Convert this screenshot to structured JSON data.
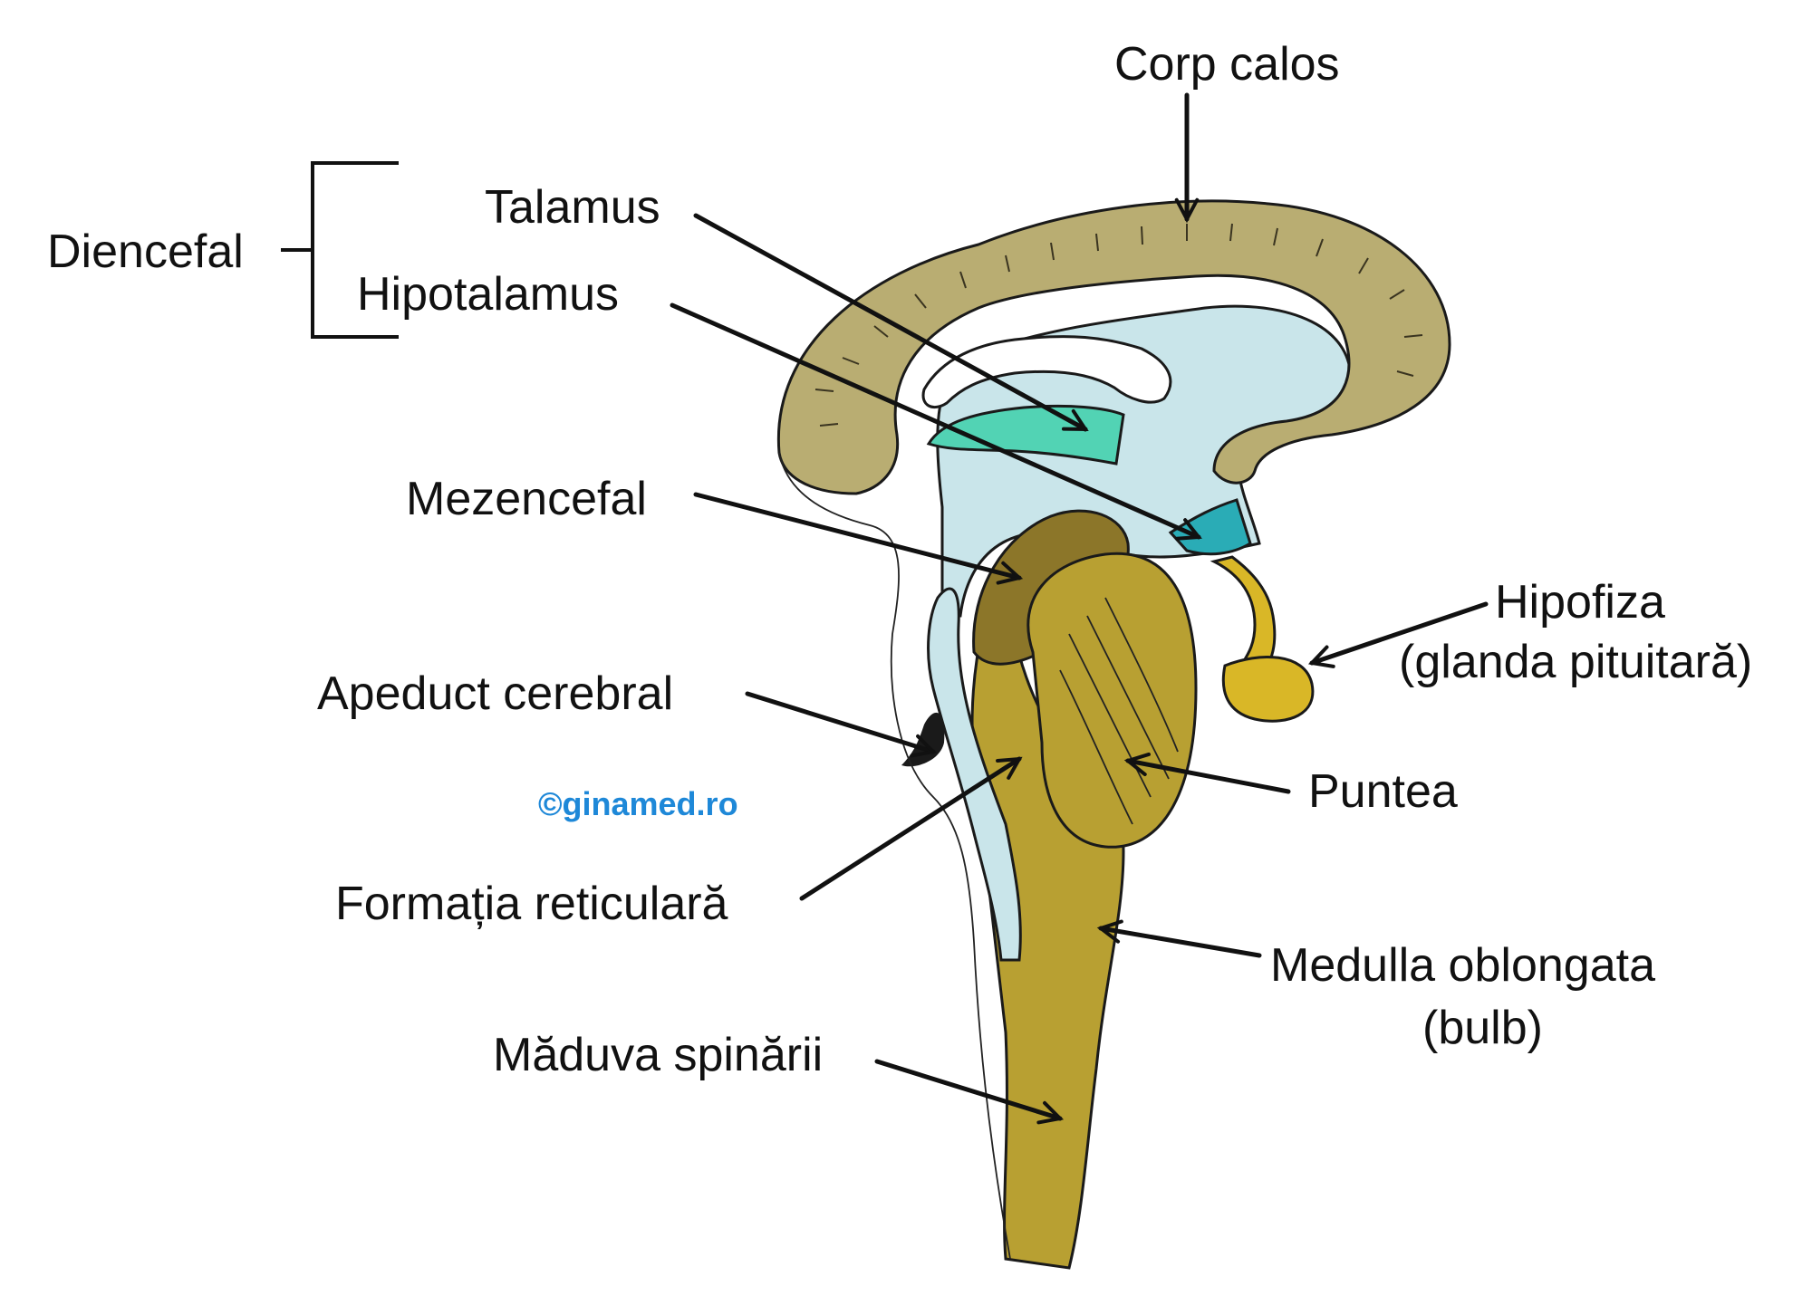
{
  "labels": {
    "corp_calos": "Corp calos",
    "diencefal": "Diencefal",
    "talamus": "Talamus",
    "hipotalamus": "Hipotalamus",
    "mezencefal": "Mezencefal",
    "apeduct": "Apeduct cerebral",
    "hipofiza_line1": "Hipofiza",
    "hipofiza_line2": "(glanda pituitară)",
    "puntea": "Puntea",
    "formatia": "Formația reticulară",
    "medulla_line1": "Medulla oblongata",
    "medulla_line2": "(bulb)",
    "maduva": "Măduva spinării"
  },
  "watermark": "©ginamed.ro",
  "colors": {
    "corpus": "#b9ad72",
    "ventricle": "#c9e5ea",
    "thalamus": "#52d3b4",
    "hypothalamus": "#2aacb6",
    "brainstem": "#b8a032",
    "midbrain_dark": "#8c7629",
    "pituitary": "#d9b727",
    "watermark": "#1e88d8"
  }
}
